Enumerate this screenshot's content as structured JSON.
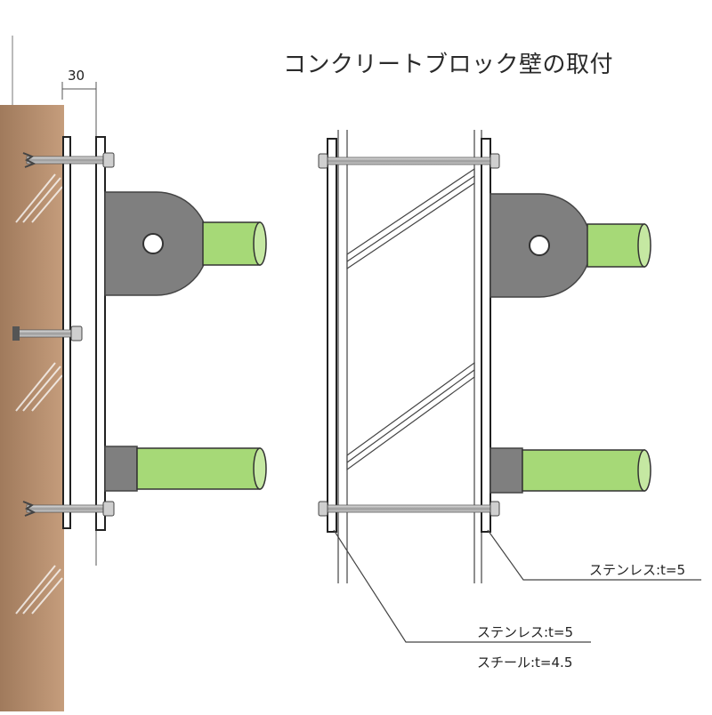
{
  "title": "コンクリートブロック壁の取付",
  "dimension": "30",
  "labels": {
    "right_plate": "ステンレス:t=5",
    "left_plate_a": "ステンレス:t=5",
    "left_plate_b": "スチール:t=4.5"
  },
  "colors": {
    "wall": "#b48a69",
    "pipe": "#a6d977",
    "bracket": "#7f7f7f",
    "line": "#333333"
  }
}
